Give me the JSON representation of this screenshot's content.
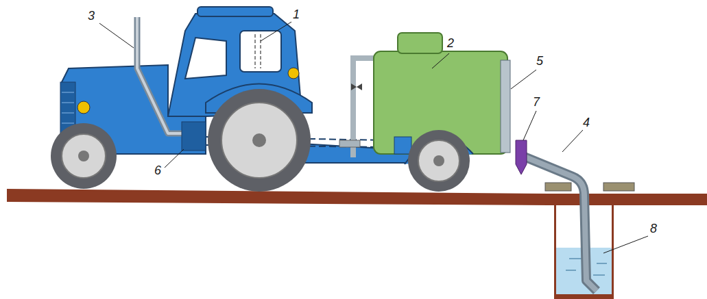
{
  "diagram": {
    "labels": [
      "1",
      "2",
      "3",
      "4",
      "5",
      "6",
      "7",
      "8"
    ]
  }
}
